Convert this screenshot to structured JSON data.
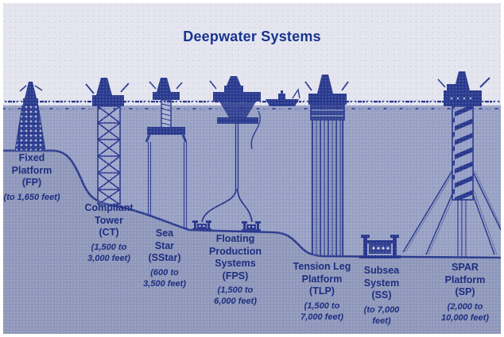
{
  "title": "Deepwater Systems",
  "palette": {
    "sky": "#e3e4ee",
    "water": "#98a1c4",
    "seabed": "#8f98bb",
    "ink": "#2a3a8e",
    "text": "#1e2e80"
  },
  "platforms": [
    {
      "id": "fp",
      "name": "Fixed\nPlatform",
      "abbr": "(FP)",
      "depth": "(to 1,650 feet)"
    },
    {
      "id": "ct",
      "name": "Compliant\nTower",
      "abbr": "(CT)",
      "depth": "(1,500 to\n3,000 feet)"
    },
    {
      "id": "sstar",
      "name": "Sea\nStar",
      "abbr": "(SStar)",
      "depth": "(600 to\n3,500 feet)"
    },
    {
      "id": "fps",
      "name": "Floating\nProduction\nSystems",
      "abbr": "(FPS)",
      "depth": "(1,500 to\n6,000 feet)"
    },
    {
      "id": "tlp",
      "name": "Tension Leg\nPlatform",
      "abbr": "(TLP)",
      "depth": "(1,500 to\n7,000 feet)"
    },
    {
      "id": "ss",
      "name": "Subsea\nSystem",
      "abbr": "(SS)",
      "depth": "(to 7,000 feet)"
    },
    {
      "id": "sp",
      "name": "SPAR\nPlatform",
      "abbr": "(SP)",
      "depth": "(2,000 to\n10,000 feet)"
    }
  ]
}
